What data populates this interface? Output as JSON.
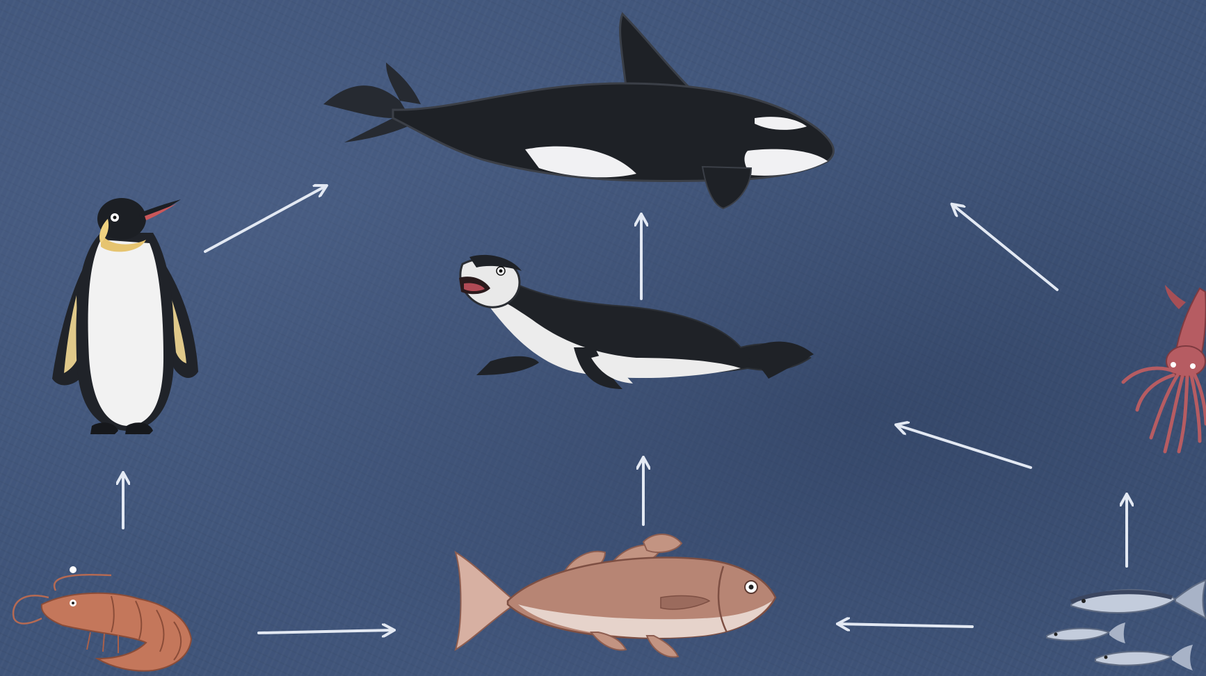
{
  "diagram": {
    "type": "food-web",
    "organisms": [
      {
        "id": "orca",
        "icon": "orca-icon"
      },
      {
        "id": "penguin",
        "icon": "penguin-icon"
      },
      {
        "id": "leopard-seal",
        "icon": "leopard-seal-icon"
      },
      {
        "id": "squid",
        "icon": "squid-icon"
      },
      {
        "id": "krill",
        "icon": "krill-icon"
      },
      {
        "id": "cod",
        "icon": "cod-fish-icon"
      },
      {
        "id": "small-fish",
        "icon": "small-fish-school-icon"
      }
    ],
    "edges": [
      {
        "from": "krill",
        "to": "penguin"
      },
      {
        "from": "penguin",
        "to": "orca"
      },
      {
        "from": "leopard-seal",
        "to": "orca"
      },
      {
        "from": "squid",
        "to": "orca"
      },
      {
        "from": "cod",
        "to": "leopard-seal"
      },
      {
        "from": "squid",
        "to": "leopard-seal"
      },
      {
        "from": "krill",
        "to": "cod"
      },
      {
        "from": "small-fish",
        "to": "cod"
      },
      {
        "from": "small-fish",
        "to": "squid"
      }
    ]
  },
  "colors": {
    "background": "#3f5479",
    "arrow": "#e3e9f3",
    "orca_black": "#1e2126",
    "orca_white": "#f1f1f3",
    "krill": "#c4775b",
    "squid": "#b65c62",
    "cod": "#b78574",
    "small_fish": "#c3ccdc"
  }
}
